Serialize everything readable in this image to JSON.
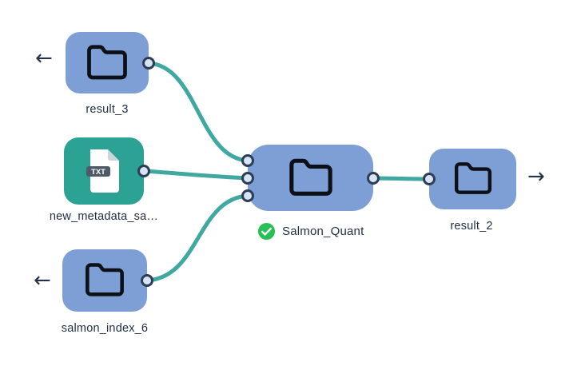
{
  "workflow": {
    "nodes": [
      {
        "id": "result_3",
        "label": "result_3",
        "kind": "folder"
      },
      {
        "id": "new_metadata_sa",
        "label": "new_metadata_sa…",
        "kind": "txt_file"
      },
      {
        "id": "salmon_index_6",
        "label": "salmon_index_6",
        "kind": "folder"
      },
      {
        "id": "Salmon_Quant",
        "label": "Salmon_Quant",
        "kind": "process",
        "status": "success"
      },
      {
        "id": "result_2",
        "label": "result_2",
        "kind": "folder"
      }
    ],
    "edges": [
      {
        "from": "result_3",
        "to": "Salmon_Quant"
      },
      {
        "from": "new_metadata_sa",
        "to": "Salmon_Quant"
      },
      {
        "from": "salmon_index_6",
        "to": "Salmon_Quant"
      },
      {
        "from": "Salmon_Quant",
        "to": "result_2"
      }
    ]
  },
  "icons": {
    "txt_badge": "TXT",
    "left_arrow": "←",
    "right_arrow": "→"
  },
  "colors": {
    "node_blue": "#7d9fd5",
    "node_teal": "#2ba294",
    "edge_teal": "#3fa8a0",
    "port_fill": "#d6e4f5",
    "port_border": "#2e3d55",
    "label_text": "#1f2d45",
    "success_green": "#27c057",
    "txt_badge_bg": "#4e5a68",
    "background": "#ffffff"
  }
}
